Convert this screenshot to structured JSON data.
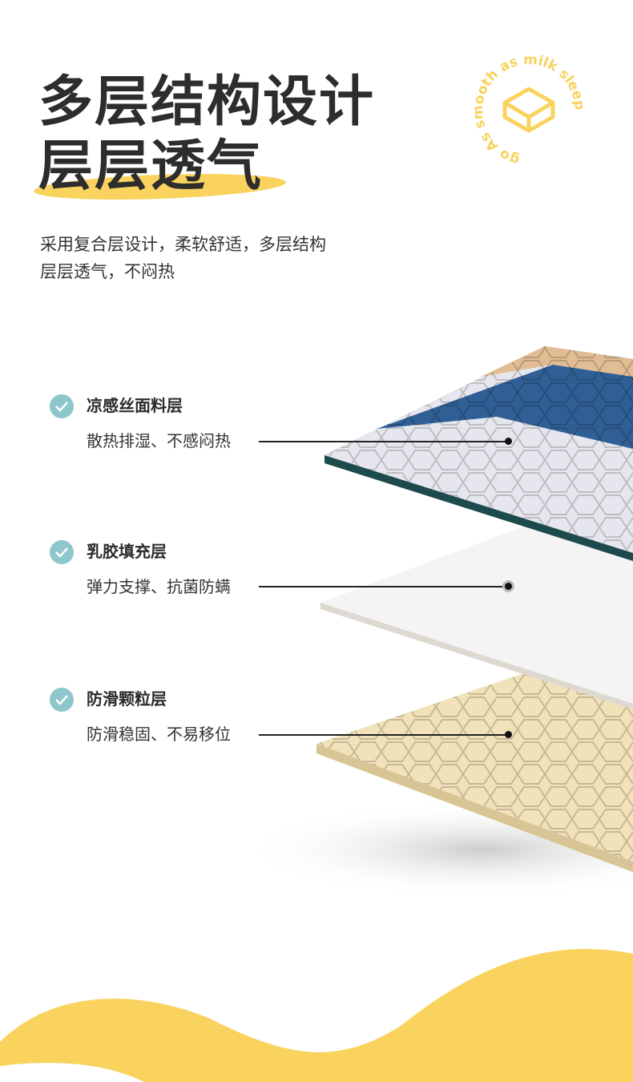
{
  "headline": {
    "line1": "多层结构设计",
    "line2": "层层透气"
  },
  "subtitle": {
    "line1": "采用复合层设计，柔软舒适，多层结构",
    "line2": "层层透气，不闷热"
  },
  "badge": {
    "text": "go As smooth as milk sleep"
  },
  "features": [
    {
      "name": "凉感丝面料层",
      "desc": "散热排湿、不感闷热"
    },
    {
      "name": "乳胶填充层",
      "desc": "弹力支撑、抗菌防螨"
    },
    {
      "name": "防滑颗粒层",
      "desc": "防滑稳固、不易移位"
    }
  ],
  "colors": {
    "accent": "#f9d35e",
    "check": "#8ec6cb",
    "blue": "#2f5f95",
    "teal": "#1d4a4c"
  }
}
